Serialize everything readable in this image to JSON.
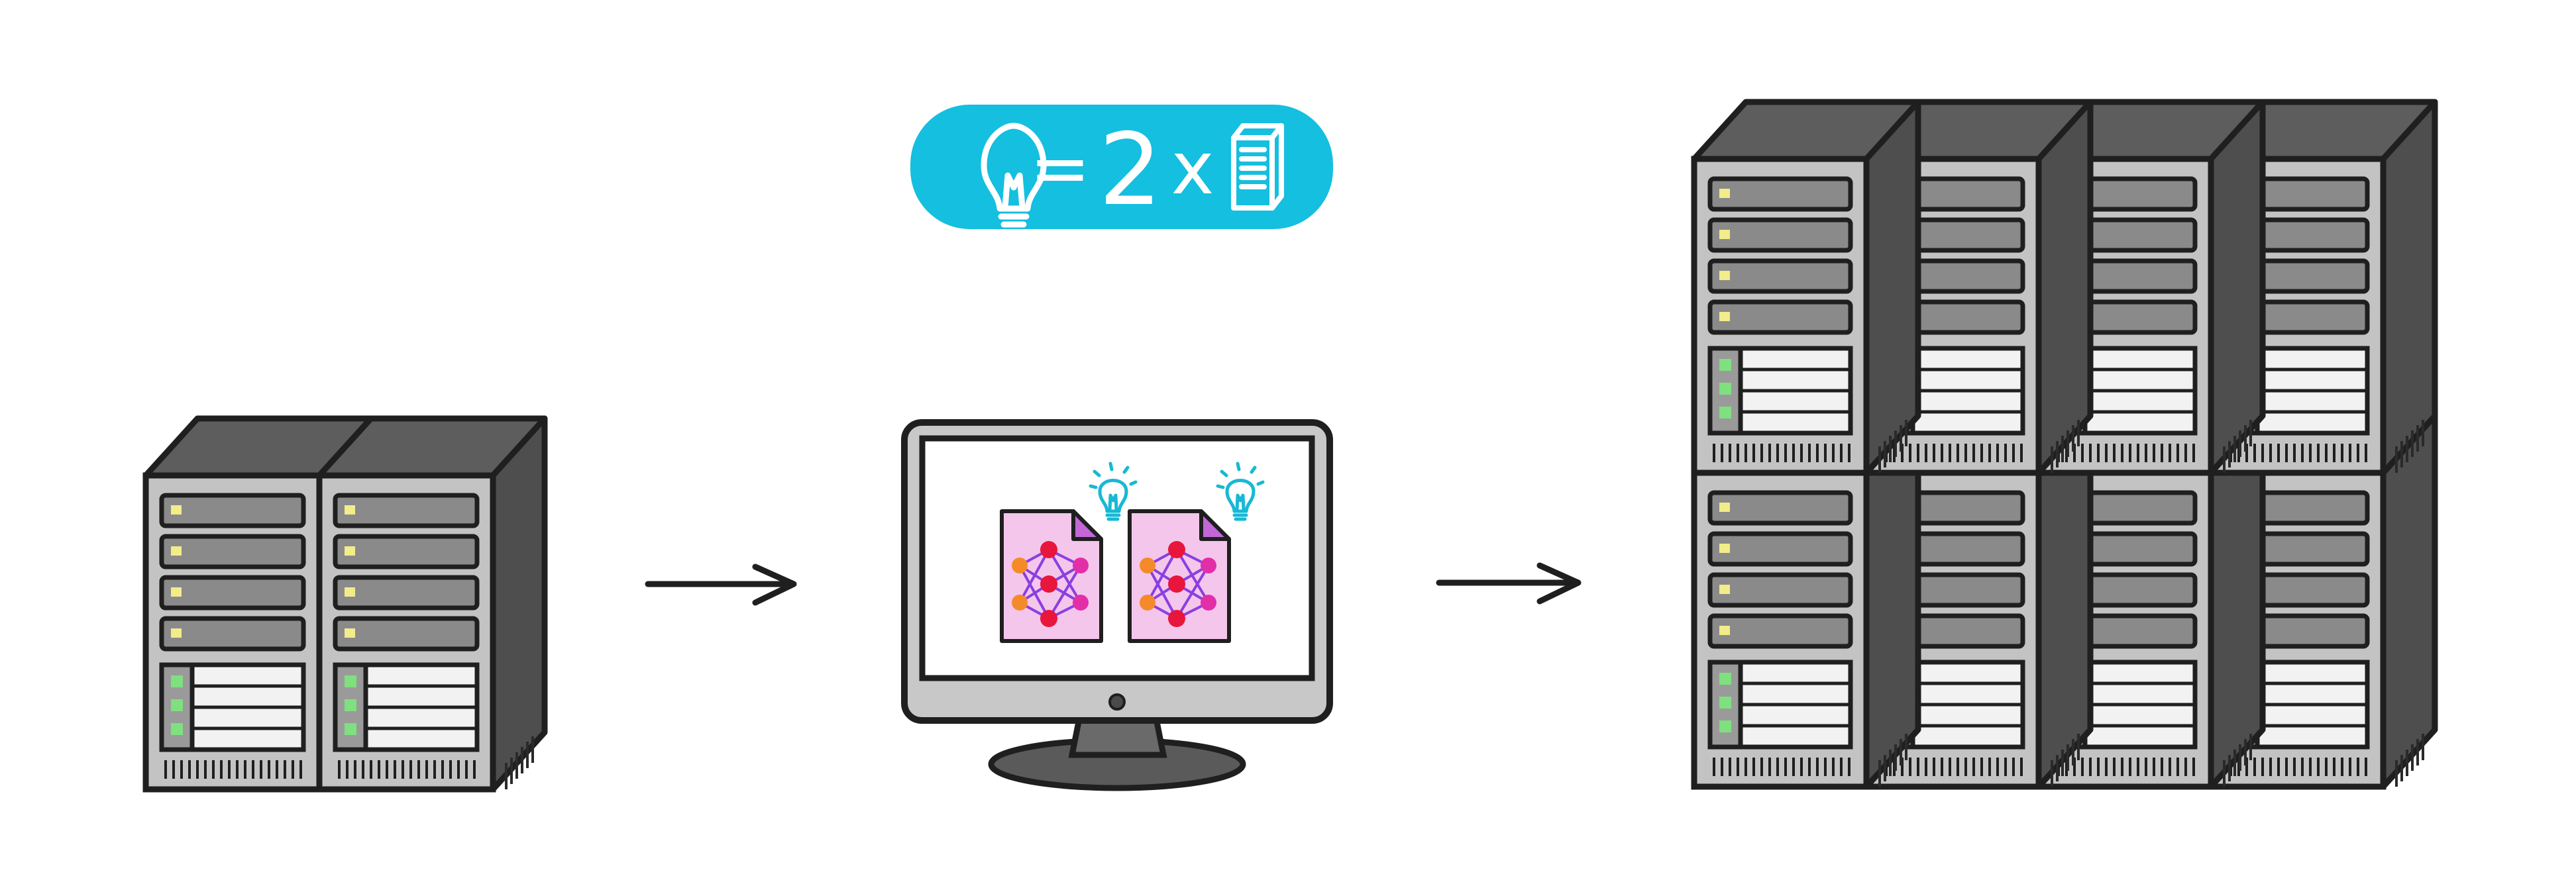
{
  "equation": {
    "equals_symbol": "=",
    "multiplier": "2",
    "times_symbol": "x",
    "lhs_icon": "lightbulb-icon",
    "rhs_icon": "server-icon"
  },
  "stages": [
    {
      "name": "source-cluster",
      "icon": "server-rack-icon",
      "rack_count": 2,
      "rows": 1
    },
    {
      "name": "model-workstation",
      "icon": "monitor-icon",
      "model_files": 2,
      "file_icon": "neural-network-file-icon",
      "badge_icon": "lightbulb-icon"
    },
    {
      "name": "target-cluster",
      "icon": "server-rack-icon",
      "rack_count": 8,
      "rows": 2
    }
  ],
  "arrows": [
    "right-arrow-icon",
    "right-arrow-icon"
  ],
  "colors": {
    "badge_bg": "#14bfdf",
    "bulb": "#16b9d4",
    "rack_front": "#c3c3c3",
    "rack_side": "#4e4e4e",
    "rack_top": "#5d5d5d",
    "drive": "#8a8a8a",
    "led_yellow": "#f2ec8a",
    "led_green": "#7fe07f",
    "file_bg": "#f4c6ec",
    "file_fold": "#c266d8",
    "node_red": "#e8163c",
    "node_magenta": "#e22fa8",
    "node_orange": "#f58a2b",
    "edge_violet": "#8a3fe0",
    "outline": "#1f1f1f"
  }
}
